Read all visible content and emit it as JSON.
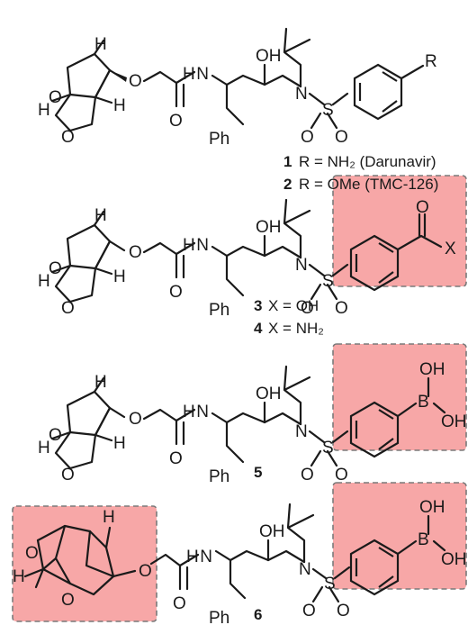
{
  "atoms": {
    "H": "H",
    "O": "O",
    "N": "N",
    "S": "S",
    "B": "B",
    "HN": "H N",
    "OH": "OH",
    "Ph": "Ph",
    "R": "R",
    "X": "X"
  },
  "compounds": [
    {
      "number": "1",
      "label": "R = NH₂ (Darunavir)"
    },
    {
      "number": "2",
      "label": "R = OMe (TMC-126)"
    },
    {
      "number": "3",
      "label": "X = OH"
    },
    {
      "number": "4",
      "label": "X = NH₂"
    },
    {
      "number": "5",
      "label": ""
    },
    {
      "number": "6",
      "label": ""
    }
  ],
  "colors": {
    "highlight": "#f7a7a7",
    "highlight_border": "#7a7a7a",
    "ink": "#1a1a1a"
  }
}
